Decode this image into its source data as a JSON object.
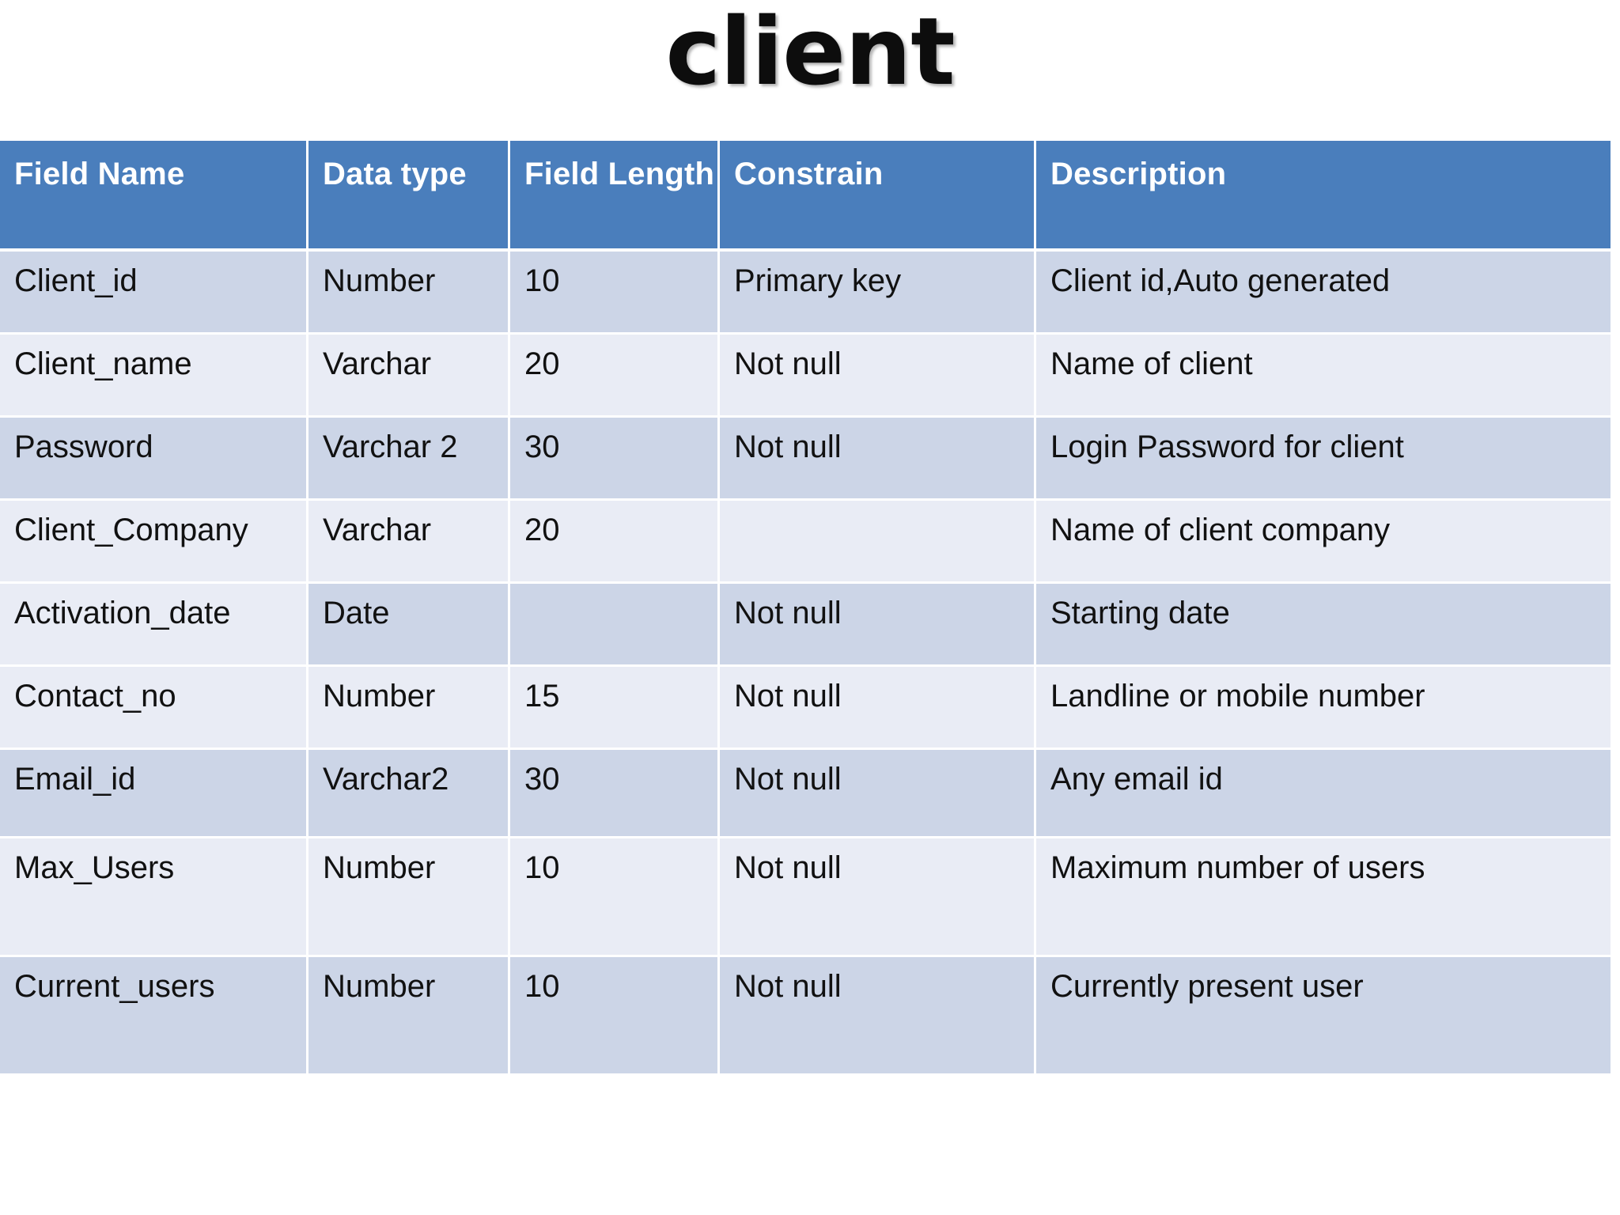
{
  "title": "client",
  "table": {
    "headers": [
      "Field Name",
      "Data type",
      "Field Length",
      "Constrain",
      "Description"
    ],
    "rows": [
      {
        "field_name": "Client_id",
        "data_type": "Number",
        "field_length": "10",
        "constrain": "Primary key",
        "description": "Client id,Auto generated"
      },
      {
        "field_name": "Client_name",
        "data_type": "Varchar",
        "field_length": "20",
        "constrain": "Not null",
        "description": "Name of client"
      },
      {
        "field_name": "Password",
        "data_type": "Varchar 2",
        "field_length": "30",
        "constrain": "Not null",
        "description": "Login Password for client"
      },
      {
        "field_name": "Client_Company",
        "data_type": "Varchar",
        "field_length": "20",
        "constrain": "",
        "description": "Name of client company"
      },
      {
        "field_name": "Activation_date",
        "data_type": "Date",
        "field_length": "",
        "constrain": "Not null",
        "description": "Starting date"
      },
      {
        "field_name": "Contact_no",
        "data_type": "Number",
        "field_length": "15",
        "constrain": "Not null",
        "description": "Landline or mobile number"
      },
      {
        "field_name": "Email_id",
        "data_type": "Varchar2",
        "field_length": "30",
        "constrain": "Not null",
        "description": "Any email id"
      },
      {
        "field_name": "Max_Users",
        "data_type": "Number",
        "field_length": "10",
        "constrain": "Not null",
        "description": "Maximum number of users"
      },
      {
        "field_name": "Current_users",
        "data_type": "Number",
        "field_length": "10",
        "constrain": "Not null",
        "description": "Currently present user"
      }
    ]
  },
  "colors": {
    "header_blue": "#4a7ebc",
    "band_dark": "#ccd5e7",
    "band_light": "#e9ecf5",
    "text": "#111111",
    "header_text": "#ffffff",
    "background": "#ffffff"
  }
}
